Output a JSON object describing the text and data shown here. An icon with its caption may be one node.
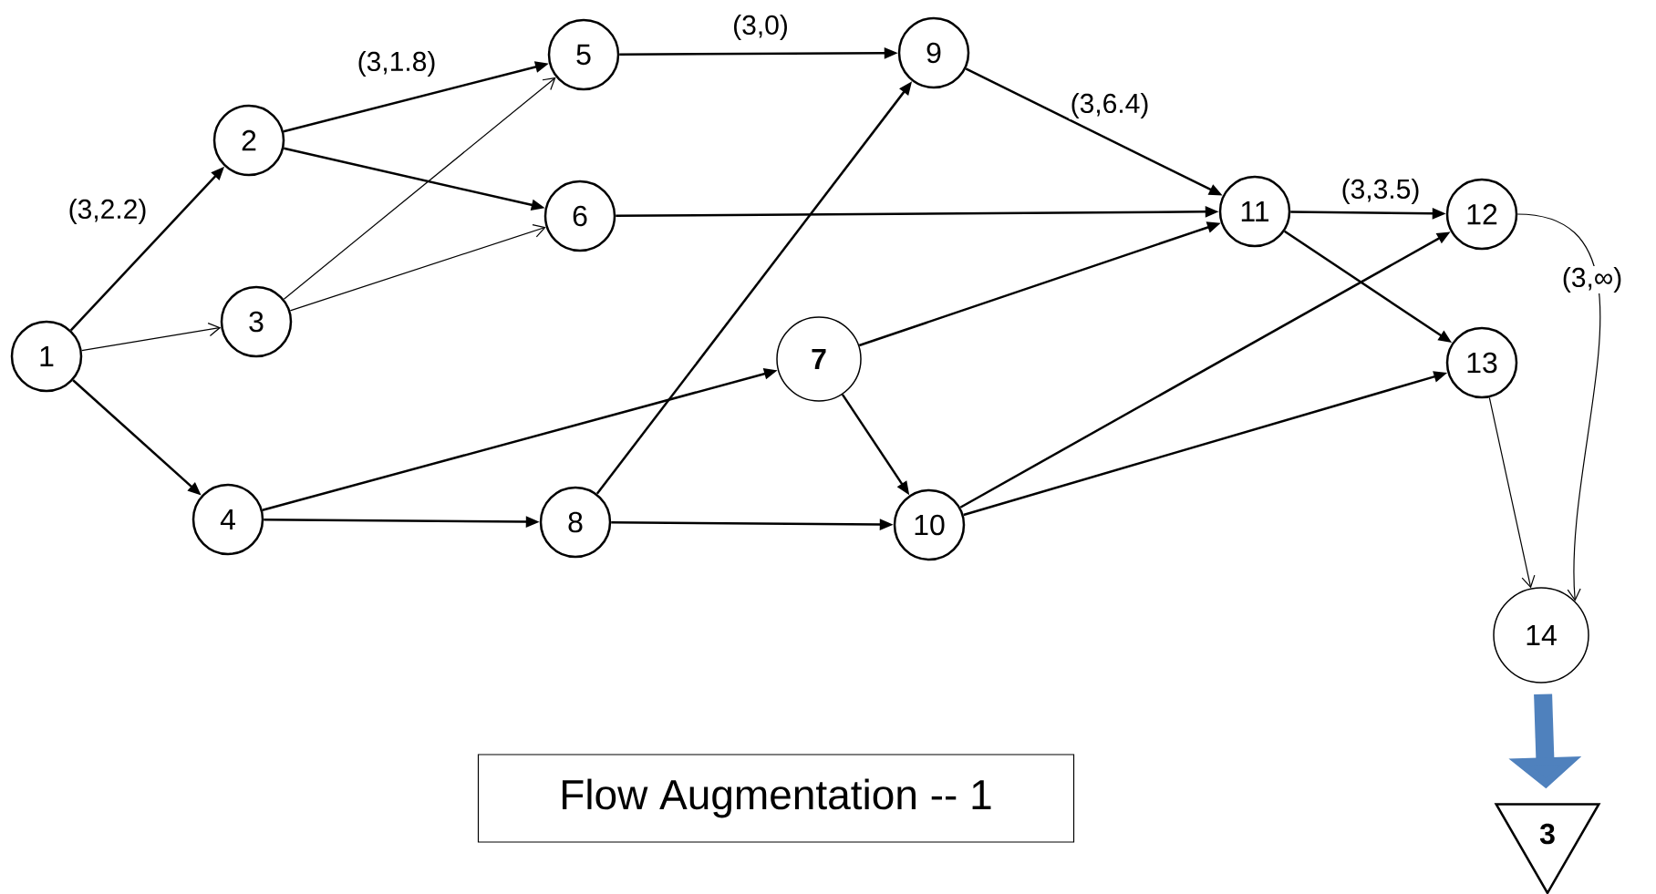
{
  "diagram": {
    "nodes": [
      {
        "text": [
          "1"
        ]
      },
      {
        "text": [
          "2"
        ]
      },
      {
        "text": [
          "3"
        ]
      },
      {
        "text": [
          "4"
        ]
      },
      {
        "text": [
          "5"
        ]
      },
      {
        "text": [
          "6"
        ]
      },
      {
        "text": [
          "7"
        ]
      },
      {
        "text": [
          "8"
        ]
      },
      {
        "text": [
          "9"
        ]
      },
      {
        "text": [
          "10"
        ]
      },
      {
        "text": [
          "11"
        ]
      },
      {
        "text": [
          "12"
        ]
      },
      {
        "text": [
          "13"
        ]
      },
      {
        "text": [
          "14"
        ]
      },
      {
        "text": [
          "Flow Augmentation -- 1"
        ]
      },
      {
        "text": [
          "3"
        ]
      }
    ],
    "edges": [
      {
        "from": 0,
        "to": 1,
        "arrow": "to",
        "label": "(3,2.2)"
      },
      {
        "from": 0,
        "to": 2,
        "arrow": "to"
      },
      {
        "from": 0,
        "to": 3,
        "arrow": "to"
      },
      {
        "from": 1,
        "to": 4,
        "arrow": "to",
        "label": "(3,1.8)"
      },
      {
        "from": 1,
        "to": 5,
        "arrow": "to"
      },
      {
        "from": 2,
        "to": 4,
        "arrow": "to"
      },
      {
        "from": 2,
        "to": 5,
        "arrow": "to"
      },
      {
        "from": 3,
        "to": 6,
        "arrow": "to"
      },
      {
        "from": 3,
        "to": 7,
        "arrow": "to"
      },
      {
        "from": 4,
        "to": 8,
        "arrow": "to",
        "label": "(3,0)"
      },
      {
        "from": 5,
        "to": 10,
        "arrow": "to"
      },
      {
        "from": 6,
        "to": 10,
        "arrow": "to"
      },
      {
        "from": 6,
        "to": 9,
        "arrow": "to"
      },
      {
        "from": 7,
        "to": 8,
        "arrow": "to"
      },
      {
        "from": 7,
        "to": 9,
        "arrow": "to"
      },
      {
        "from": 8,
        "to": 10,
        "arrow": "to",
        "label": "(3,6.4)"
      },
      {
        "from": 9,
        "to": 11,
        "arrow": "to"
      },
      {
        "from": 9,
        "to": 12,
        "arrow": "to"
      },
      {
        "from": 10,
        "to": 11,
        "arrow": "to",
        "label": "(3,3.5)"
      },
      {
        "from": 10,
        "to": 12,
        "arrow": "to"
      },
      {
        "from": 11,
        "to": 13,
        "arrow": "to",
        "label": "(3,∞)"
      },
      {
        "from": 12,
        "to": 13,
        "arrow": "to"
      },
      {
        "from": 13,
        "to": 15,
        "arrow": "to",
        "style": "thick",
        "color": "#4f81bd"
      }
    ]
  }
}
